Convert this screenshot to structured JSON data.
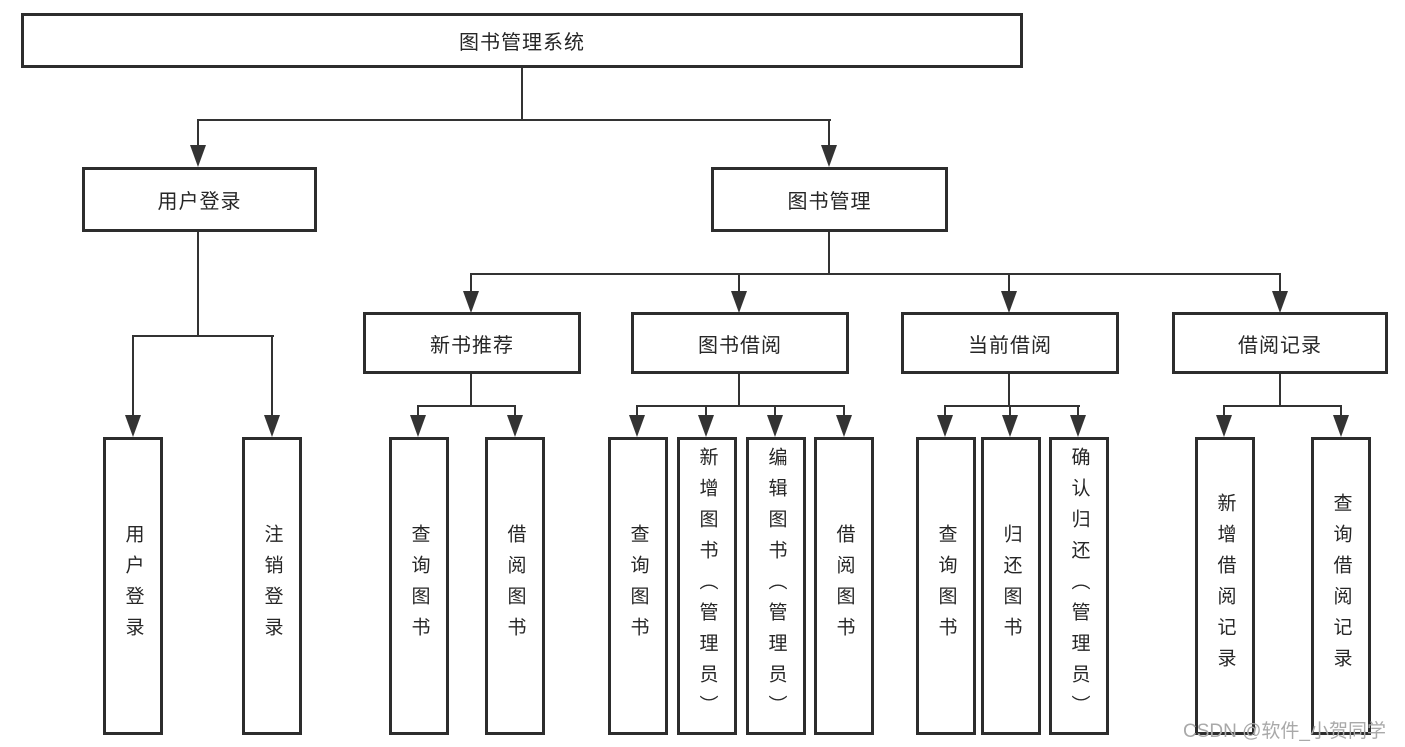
{
  "tree": {
    "label": "图书管理系统",
    "children": [
      {
        "label": "用户登录",
        "children": [
          {
            "label": "用户登录"
          },
          {
            "label": "注销登录"
          }
        ]
      },
      {
        "label": "图书管理",
        "children": [
          {
            "label": "新书推荐",
            "children": [
              {
                "label": "查询图书"
              },
              {
                "label": "借阅图书"
              }
            ]
          },
          {
            "label": "图书借阅",
            "children": [
              {
                "label": "查询图书"
              },
              {
                "label": "新增图书（管理员）"
              },
              {
                "label": "编辑图书（管理员）"
              },
              {
                "label": "借阅图书"
              }
            ]
          },
          {
            "label": "当前借阅",
            "children": [
              {
                "label": "查询图书"
              },
              {
                "label": "归还图书"
              },
              {
                "label": "确认归还（管理员）"
              }
            ]
          },
          {
            "label": "借阅记录",
            "children": [
              {
                "label": "新增借阅记录"
              },
              {
                "label": "查询借阅记录"
              }
            ]
          }
        ]
      }
    ]
  },
  "watermark": {
    "text": "CSDN @软件_小贺同学"
  },
  "colors": {
    "line": "#333333",
    "box_border": "#2d2d2d",
    "box_background": "#ffffff",
    "text": "#262626",
    "watermark": "#a9a9a9",
    "background": "#ffffff"
  }
}
